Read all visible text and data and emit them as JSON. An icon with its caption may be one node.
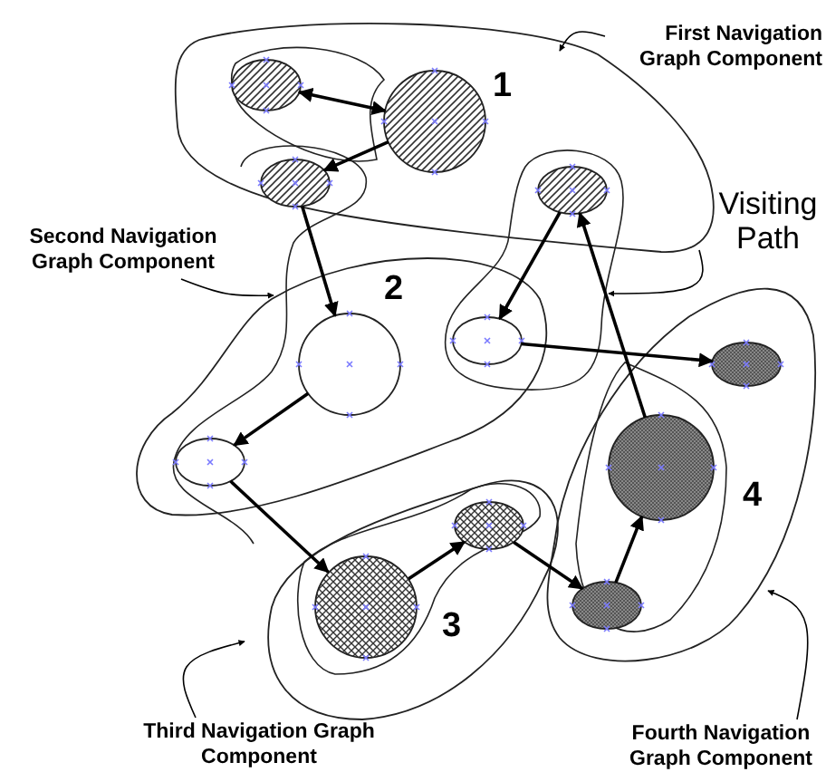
{
  "diagram": {
    "nodes": [
      {
        "text": [
          "First Navigation Graph Component"
        ]
      },
      {
        "text": [
          "1"
        ]
      },
      {
        "text": [],
        "shape": "ellipse",
        "in": 1
      },
      {
        "text": [],
        "shape": "circle",
        "in": 1
      },
      {
        "text": [],
        "shape": "ellipse",
        "in": 1
      },
      {
        "text": [],
        "shape": "ellipse",
        "in": 1
      },
      {
        "text": [
          "Visiting Path"
        ]
      },
      {
        "text": [
          "Second Navigation Graph Component"
        ]
      },
      {
        "text": [
          "2"
        ]
      },
      {
        "text": [],
        "shape": "circle",
        "in": 8
      },
      {
        "text": [],
        "shape": "ellipse",
        "in": 8
      },
      {
        "text": [
          "4"
        ]
      },
      {
        "text": [],
        "shape": "ellipse",
        "in": 11
      },
      {
        "text": [],
        "shape": "ellipse",
        "in": 8
      },
      {
        "text": [],
        "shape": "circle",
        "in": 11
      },
      {
        "text": [
          "3"
        ]
      },
      {
        "text": [],
        "shape": "ellipse",
        "in": 15
      },
      {
        "text": [],
        "shape": "circle",
        "in": 15
      },
      {
        "text": [],
        "shape": "ellipse",
        "in": 11
      },
      {
        "text": [
          "Third Navigation Graph Component"
        ]
      },
      {
        "text": [
          "Fourth Navigation Graph Component"
        ]
      }
    ],
    "edges": [
      {
        "from": 2,
        "to": 3,
        "arrow": "both"
      },
      {
        "from": 3,
        "to": 4,
        "arrow": "to"
      },
      {
        "from": 4,
        "to": 9,
        "arrow": "to"
      },
      {
        "from": 9,
        "to": 13,
        "arrow": "to"
      },
      {
        "from": 13,
        "to": 17,
        "arrow": "to"
      },
      {
        "from": 17,
        "to": 16,
        "arrow": "to"
      },
      {
        "from": 16,
        "to": 18,
        "arrow": "to"
      },
      {
        "from": 18,
        "to": 14,
        "arrow": "to"
      },
      {
        "from": 14,
        "to": 5,
        "arrow": "to"
      },
      {
        "from": 5,
        "to": 10,
        "arrow": "to"
      },
      {
        "from": 10,
        "to": 12,
        "arrow": "to"
      },
      {
        "from": 0,
        "to": 1,
        "arrow": "to"
      },
      {
        "from": 7,
        "to": 8,
        "arrow": "to"
      },
      {
        "from": 19,
        "to": 15,
        "arrow": "to"
      },
      {
        "from": 20,
        "to": 11,
        "arrow": "to"
      },
      {
        "from": 6,
        "to": null,
        "arrow": "to"
      }
    ]
  }
}
